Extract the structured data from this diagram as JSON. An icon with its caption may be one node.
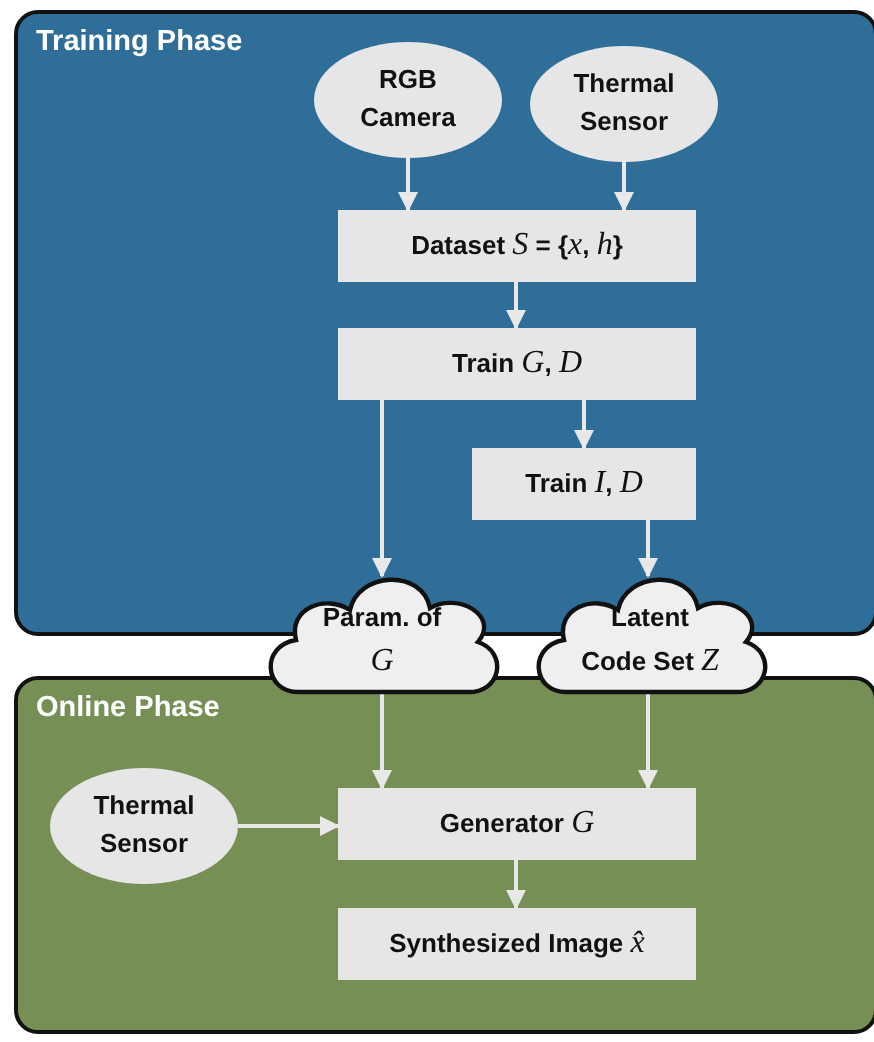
{
  "diagram": {
    "nodes": [
      {
        "text": [
          "Training Phase"
        ]
      },
      {
        "text": [
          "RGB Camera"
        ],
        "in": 0
      },
      {
        "text": [
          "Thermal Sensor"
        ],
        "in": 0
      },
      {
        "text": [
          "Dataset *S* = {*x*, *h*}"
        ],
        "in": 0
      },
      {
        "text": [
          "Train *G*, *D*"
        ],
        "in": 0
      },
      {
        "text": [
          "Train *I*, *D*"
        ],
        "in": 0
      },
      {
        "text": [
          "Param. of *G*"
        ]
      },
      {
        "text": [
          "Latent Code Set *Z*"
        ]
      },
      {
        "text": [
          "Online Phase"
        ]
      },
      {
        "text": [
          "Thermal Sensor"
        ],
        "in": 8
      },
      {
        "text": [
          "Generator *G*"
        ],
        "in": 8
      },
      {
        "text": [
          "Synthesized Image *x̂*"
        ],
        "in": 8
      }
    ],
    "edges": [
      {
        "from": 1,
        "to": 3,
        "arrow": "to"
      },
      {
        "from": 2,
        "to": 3,
        "arrow": "to"
      },
      {
        "from": 3,
        "to": 4,
        "arrow": "to"
      },
      {
        "from": 4,
        "to": 5,
        "arrow": "to"
      },
      {
        "from": 4,
        "to": 6,
        "arrow": "to"
      },
      {
        "from": 5,
        "to": 7,
        "arrow": "to"
      },
      {
        "from": 6,
        "to": 10,
        "arrow": "to"
      },
      {
        "from": 7,
        "to": 10,
        "arrow": "to"
      },
      {
        "from": 9,
        "to": 10,
        "arrow": "to"
      },
      {
        "from": 10,
        "to": 11,
        "arrow": "to"
      }
    ]
  }
}
